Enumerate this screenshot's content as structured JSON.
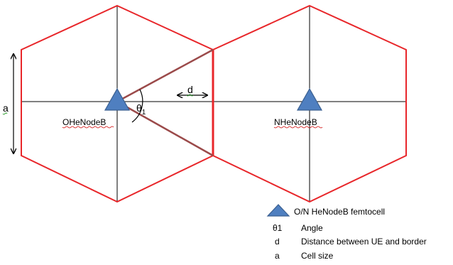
{
  "diagram": {
    "labels": {
      "cell_size_marker": "a",
      "distance_marker": "d",
      "angle_symbol": "θ",
      "angle_subscript": "1",
      "left_node": "OHeNodeB",
      "right_node": "NHeNodeB"
    },
    "colors": {
      "hexagon_border": "#e8262a",
      "triangle_fill": "#4f7fc0",
      "triangle_stroke": "#3a5f90",
      "sector_line": "#9b4a4a",
      "axis_line": "#000000"
    },
    "legend": {
      "items": [
        {
          "symbol": "triangle-icon",
          "text": "O/N HeNodeB femtocell"
        },
        {
          "symbol": "θ1",
          "text": "Angle"
        },
        {
          "symbol": "d",
          "text": "Distance between UE and border"
        },
        {
          "symbol": "a",
          "text": "Cell size"
        }
      ]
    }
  }
}
